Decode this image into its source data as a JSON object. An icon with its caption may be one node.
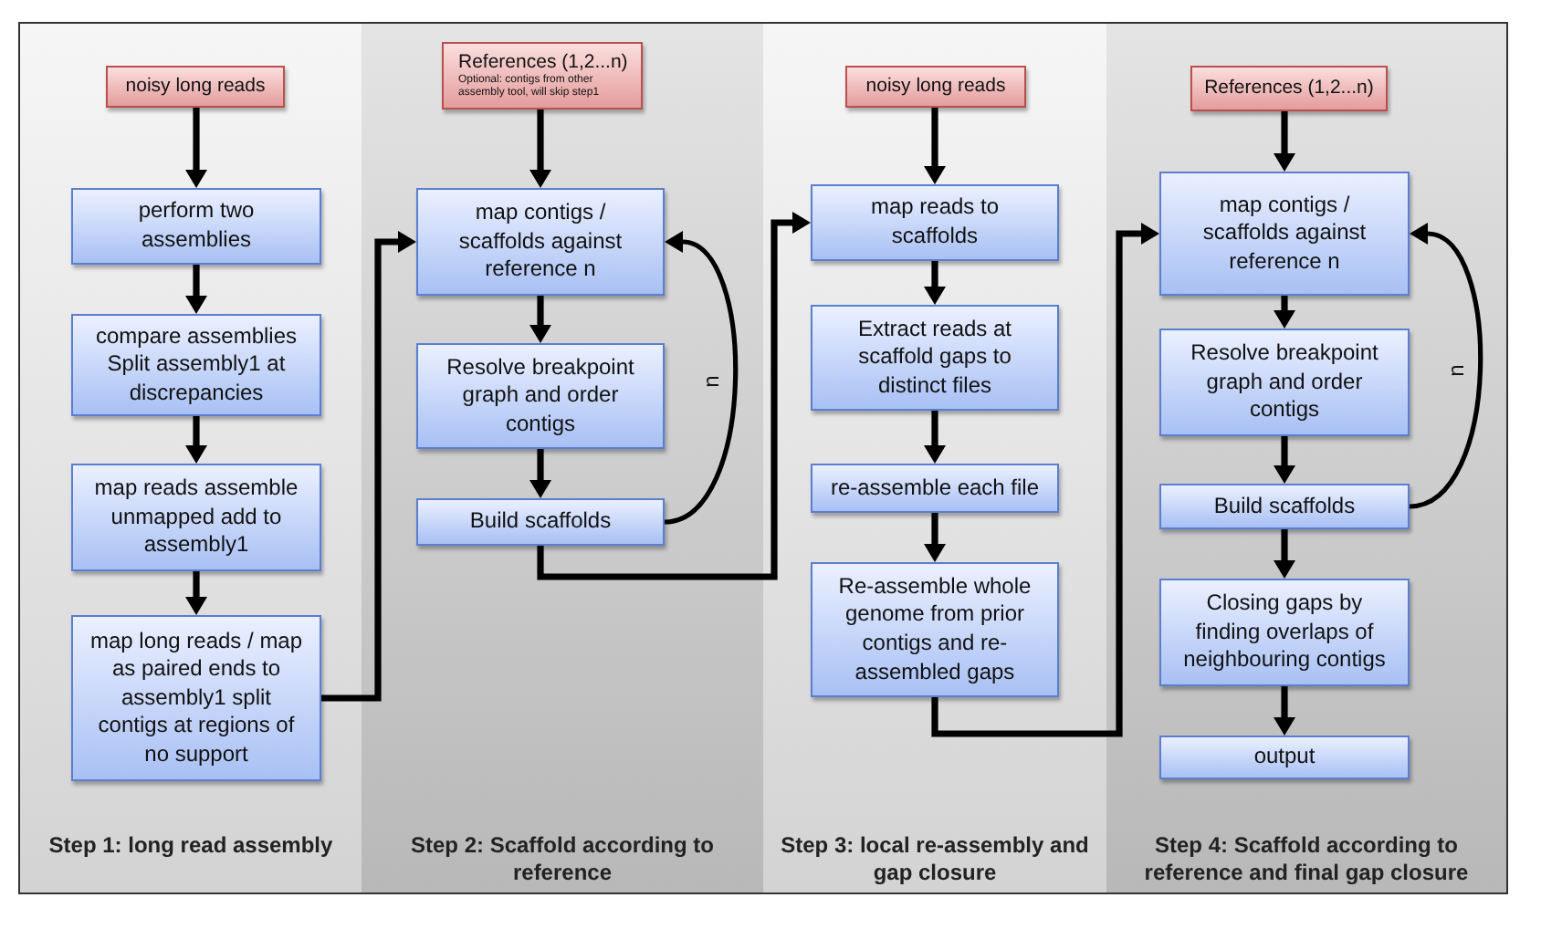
{
  "diagram": {
    "nodes": [
      {
        "text": [
          "Step 1: long read assembly"
        ]
      },
      {
        "text": [
          "noisy long reads"
        ],
        "in": 0
      },
      {
        "text": [
          "perform two assemblies"
        ],
        "in": 0
      },
      {
        "text": [
          "compare assemblies Split assembly1 at discrepancies"
        ],
        "in": 0
      },
      {
        "text": [
          "map reads assemble unmapped add to assembly1"
        ],
        "in": 0
      },
      {
        "text": [
          "map long reads / map as paired ends to assembly1 split contigs at regions of no support"
        ],
        "in": 0
      },
      {
        "text": [
          "Step 2: Scaffold according to reference"
        ]
      },
      {
        "text": [
          "References (1,2...n)",
          "Optional: contigs from other assembly tool, will skip step1"
        ],
        "in": 6
      },
      {
        "text": [
          "map contigs / scaffolds against reference n"
        ],
        "in": 6
      },
      {
        "text": [
          "Resolve breakpoint graph and order contigs"
        ],
        "in": 6
      },
      {
        "text": [
          "Build scaffolds"
        ],
        "in": 6
      },
      {
        "text": [
          "Step 3: local re-assembly and gap closure"
        ]
      },
      {
        "text": [
          "noisy long reads"
        ],
        "in": 11
      },
      {
        "text": [
          "map reads to scaffolds"
        ],
        "in": 11
      },
      {
        "text": [
          "Extract reads at scaffold gaps to distinct files"
        ],
        "in": 11
      },
      {
        "text": [
          "re-assemble each file"
        ],
        "in": 11
      },
      {
        "text": [
          "Re-assemble whole genome from prior contigs and re-assembled gaps"
        ],
        "in": 11
      },
      {
        "text": [
          "Step 4: Scaffold according to reference and final gap closure"
        ]
      },
      {
        "text": [
          "References (1,2...n)"
        ],
        "in": 17
      },
      {
        "text": [
          "map contigs / scaffolds against reference n"
        ],
        "in": 17
      },
      {
        "text": [
          "Resolve breakpoint graph and order contigs"
        ],
        "in": 17
      },
      {
        "text": [
          "Build scaffolds"
        ],
        "in": 17
      },
      {
        "text": [
          "Closing gaps by finding overlaps of neighbouring contigs"
        ],
        "in": 17
      },
      {
        "text": [
          "output"
        ],
        "in": 17
      }
    ],
    "edges": [
      {
        "from": 1,
        "to": 2,
        "arrow": "to"
      },
      {
        "from": 2,
        "to": 3,
        "arrow": "to"
      },
      {
        "from": 3,
        "to": 4,
        "arrow": "to"
      },
      {
        "from": 4,
        "to": 5,
        "arrow": "to"
      },
      {
        "from": 5,
        "to": 8,
        "arrow": "to"
      },
      {
        "from": 7,
        "to": 8,
        "arrow": "to"
      },
      {
        "from": 8,
        "to": 9,
        "arrow": "to"
      },
      {
        "from": 9,
        "to": 10,
        "arrow": "to"
      },
      {
        "from": 10,
        "to": 8,
        "arrow": "to",
        "label": "n"
      },
      {
        "from": 10,
        "to": 13,
        "arrow": "to"
      },
      {
        "from": 12,
        "to": 13,
        "arrow": "to"
      },
      {
        "from": 13,
        "to": 14,
        "arrow": "to"
      },
      {
        "from": 14,
        "to": 15,
        "arrow": "to"
      },
      {
        "from": 15,
        "to": 16,
        "arrow": "to"
      },
      {
        "from": 16,
        "to": 19,
        "arrow": "to"
      },
      {
        "from": 18,
        "to": 19,
        "arrow": "to"
      },
      {
        "from": 19,
        "to": 20,
        "arrow": "to"
      },
      {
        "from": 20,
        "to": 21,
        "arrow": "to"
      },
      {
        "from": 21,
        "to": 19,
        "arrow": "to",
        "label": "n"
      },
      {
        "from": 21,
        "to": 22,
        "arrow": "to"
      },
      {
        "from": 22,
        "to": 23,
        "arrow": "to"
      }
    ]
  }
}
